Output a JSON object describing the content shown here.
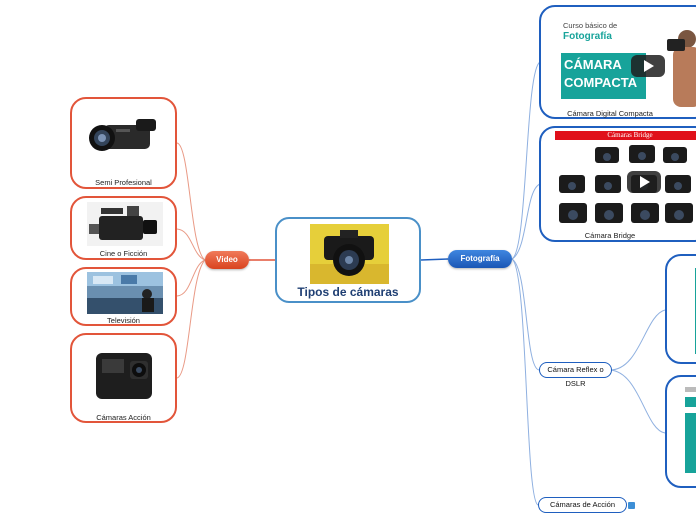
{
  "center": {
    "title": "Tipos de cámaras"
  },
  "branches": {
    "video": {
      "label": "Video",
      "items": [
        {
          "label": "Semi Profesional"
        },
        {
          "label": "Cine o Ficción"
        },
        {
          "label": "Televisión"
        },
        {
          "label": "Cámaras Acción"
        }
      ]
    },
    "fotografia": {
      "label": "Fotografía",
      "compacta": {
        "label": "Cámara Digital Compacta",
        "thumb_line1": "Curso básico de",
        "thumb_line2": "Fotografía",
        "thumb_big1": "CÁMARA",
        "thumb_big2": "COMPACTA"
      },
      "bridge": {
        "label": "Cámara Bridge",
        "thumb_title": "Cámaras Bridge"
      },
      "reflex": {
        "label": "Cámara Reflex o DSLR"
      },
      "accion": {
        "label": "Cámaras de Acción"
      }
    }
  },
  "colors": {
    "video": "#e2553a",
    "fotografia": "#1f5fbf",
    "teal": "#17a39a"
  }
}
